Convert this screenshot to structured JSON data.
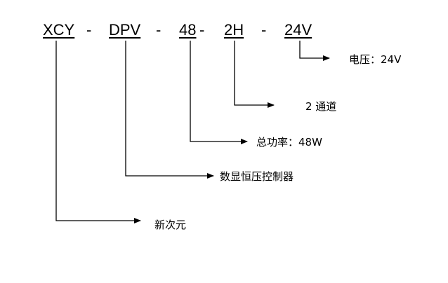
{
  "model_code": {
    "segments": [
      "XCY",
      "DPV",
      "48",
      "2H",
      "24V"
    ],
    "separator": "-"
  },
  "annotations": [
    {
      "segment": "24V",
      "text": "电压：24V"
    },
    {
      "segment": "2H",
      "text": "2 通道"
    },
    {
      "segment": "48",
      "text": "总功率：48W"
    },
    {
      "segment": "DPV",
      "text": "数显恒压控制器"
    },
    {
      "segment": "XCY",
      "text": "新次元"
    }
  ]
}
